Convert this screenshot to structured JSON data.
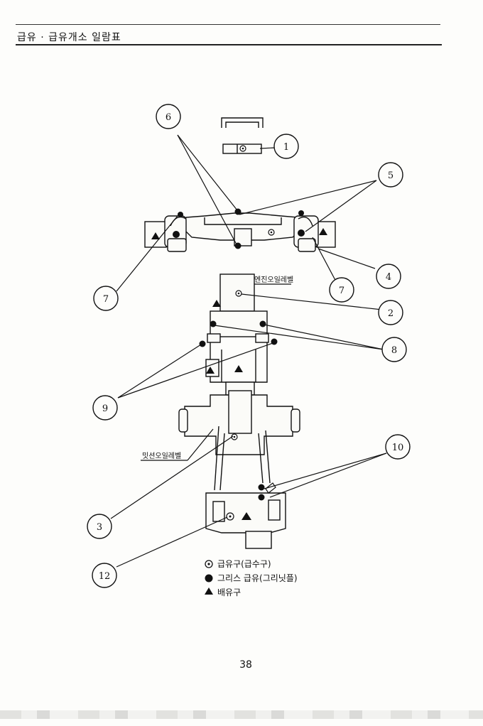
{
  "header": {
    "title": "급유 · 급유개소 일람표"
  },
  "diagram_labels": {
    "engine_oil_level": "엔진오일레벨",
    "mission_oil_level": "밋션오일레벨"
  },
  "callouts": [
    "1",
    "2",
    "3",
    "4",
    "5",
    "6",
    "7",
    "7",
    "8",
    "9",
    "10",
    "12"
  ],
  "legend": {
    "oil_filler": "급유구(급수구)",
    "grease": "그리스 급유(그리닛플)",
    "drain": "배유구"
  },
  "page_number": "38",
  "colors": {
    "ink": "#111111",
    "paper": "#fdfdfb"
  }
}
